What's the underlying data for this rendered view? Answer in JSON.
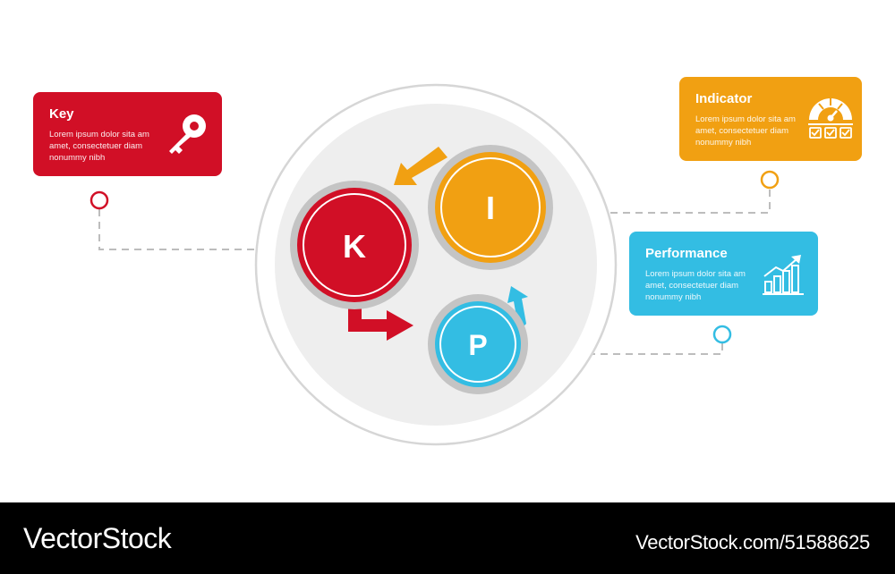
{
  "diagram": {
    "letters": {
      "k": "K",
      "i": "I",
      "p": "P"
    },
    "cards": {
      "key": {
        "title": "Key",
        "body": "Lorem ipsum dolor sita am amet, consectetuer diam nonummy  nibh",
        "color": "#d10f26",
        "icon": "key-icon"
      },
      "indicator": {
        "title": "Indicator",
        "body": "Lorem ipsum dolor sita am amet, consectetuer diam nonummy  nibh",
        "color": "#f1a012",
        "icon": "gauge-checklist-icon"
      },
      "performance": {
        "title": "Performance",
        "body": "Lorem ipsum dolor sita am amet, consectetuer diam nonummy  nibh",
        "color": "#33bde3",
        "icon": "growth-chart-icon"
      }
    }
  },
  "footer": {
    "brand": "VectorStock",
    "image_id": "VectorStock.com/51588625"
  }
}
